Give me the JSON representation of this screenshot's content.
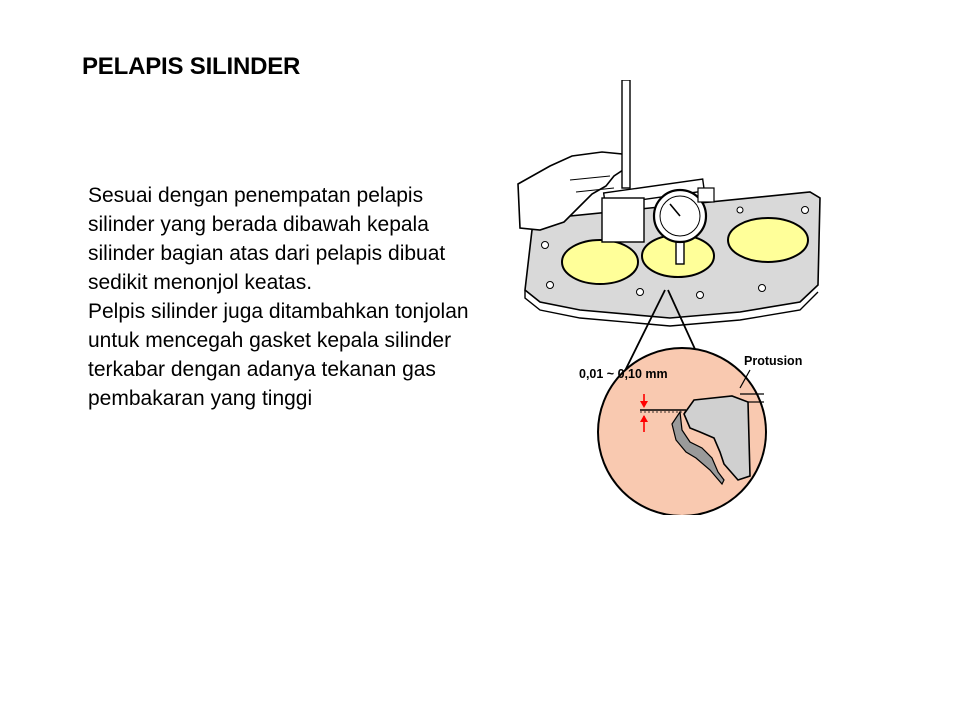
{
  "slide": {
    "title": "PELAPIS SILINDER",
    "paragraphs": [
      "Sesuai dengan penempatan pelapis silinder yang berada dibawah kepala silinder bagian atas dari pelapis dibuat sedikit menonjol keatas.",
      "Pelpis silinder juga ditambahkan tonjolan untuk mencegah gasket kepala silinder terkabar dengan adanya tekanan gas pembakaran yang tinggi"
    ]
  },
  "figure": {
    "protusion_label": "Protusion",
    "measurement_label": "0,01 ~ 0,10 mm",
    "colors": {
      "bore_fill": "#ffff99",
      "detail_circle_fill": "#f9c9b0",
      "block_fill": "#d9d9d9",
      "arrow_red": "#ff0000"
    }
  }
}
